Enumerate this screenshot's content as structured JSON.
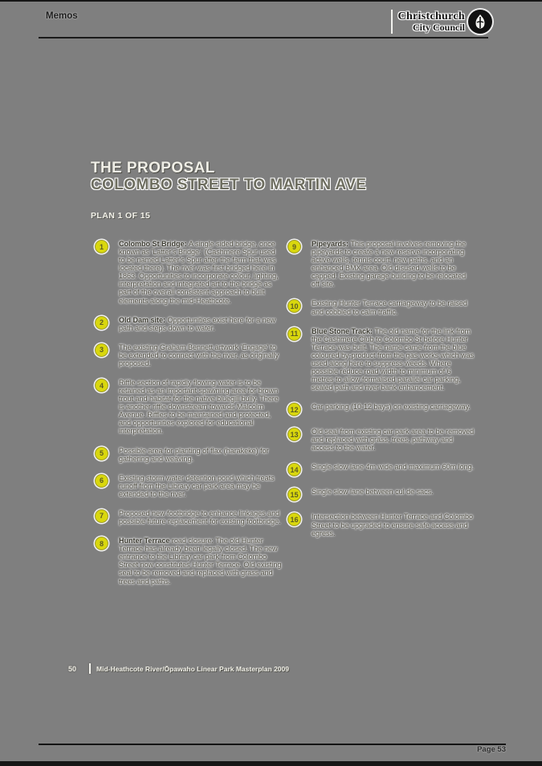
{
  "header": {
    "memos_label": "Memos",
    "logo_line1": "Christchurch",
    "logo_line2": "City Council"
  },
  "title": {
    "line1": "THE PROPOSAL",
    "line2": "COLOMBO STREET TO MARTIN AVE",
    "plan": "PLAN 1 OF 15"
  },
  "items": {
    "left": [
      {
        "num": "1",
        "bold": "Colombo St Bridge:",
        "text": "A single sided bridge, once known as 'Latter's Bridge.' (Cashmere Spur used to be named Latter's Spur after the farm that was located there). The river was first bridged here in 1863. Opportunities to incorporate colour, lighting, interpretation and integrated art to the bridge as part of the overall consistent approach to built elements along the mid-Heathcote."
      },
      {
        "num": "2",
        "bold": "Old Dam site:",
        "text": "Opportunities exist here for a new path and steps down to water."
      },
      {
        "num": "3",
        "bold": "",
        "text": "The existing Graham Bennett artwork 'Engage' to be extended to connect with the river, as originally proposed."
      },
      {
        "num": "4",
        "bold": "",
        "text": "Riffle section of rapidly flowing water is to be retained as an important spawning area for brown trout and habitat for the native bluegill bully. There is another riffle downstream towards Malcolm Avenue. Riffles to be maintained and protected, and opportunities explored for educational interpretation."
      },
      {
        "num": "5",
        "bold": "",
        "text": "Possible area for planting of flax (harakeke) for gathering and weaving."
      },
      {
        "num": "6",
        "bold": "",
        "text": "Existing storm water detention pond which treats runoff from the Library car park area may be extended to the river."
      },
      {
        "num": "7",
        "bold": "",
        "text": "Proposed new footbridge to enhance linkages and possible future replacement for existing footbridge."
      },
      {
        "num": "8",
        "bold": "Hunter Terrace",
        "text": "road closure: The old Hunter Terrace has already been legally closed. The new entrance to the Library car park from Colombo Street now constitutes Hunter Terrace. Old existing seal to be removed and replaced with grass and trees and paths."
      }
    ],
    "right": [
      {
        "num": "9",
        "bold": "Pipeyards:",
        "text": "This proposal involves removing the pipeyards to create a new reserve incorporating active wells, tennis court, new paths, and an enhanced BMX area. Old disused wells to be capped. Existing garage building to be relocated off site."
      },
      {
        "num": "10",
        "bold": "",
        "text": "Existing Hunter Terrace carriageway to be raised and cobbled to calm traffic."
      },
      {
        "num": "11",
        "bold": "Blue Stone Track:",
        "text": "The old name for the link from the Cashmere Club to Colombo St before Hunter Terrace was built. The name came from the blue coloured by-product from the gas works which was used along here to suppress weeds. Where possible reduce road width to minimum of 6 metres to allow formalised parallel car parking, sealed path and river bank enhancement."
      },
      {
        "num": "12",
        "bold": "",
        "text": "Car parking (10-12 bays) on existing carriageway."
      },
      {
        "num": "13",
        "bold": "",
        "text": "Old seal from existing car park area to be removed and replaced with grass, trees, pathway and access to the water."
      },
      {
        "num": "14",
        "bold": "",
        "text": "Single slow lane 4m wide and maximum 60m long."
      },
      {
        "num": "15",
        "bold": "",
        "text": "Single slow lane between cul de sacs."
      },
      {
        "num": "16",
        "bold": "",
        "text": "Intersection between Hunter Terrace and Colombo Street to be upgraded to ensure safe access and egress."
      }
    ]
  },
  "footer": {
    "page_number": "50",
    "source": "Mid-Heathcote River/Ōpawaho Linear Park Masterplan 2009",
    "page_label": "Page 53"
  },
  "colors": {
    "background": "#7f7f7f",
    "badge_yellow": "#d9d70d",
    "rule": "#1b1b1b"
  }
}
